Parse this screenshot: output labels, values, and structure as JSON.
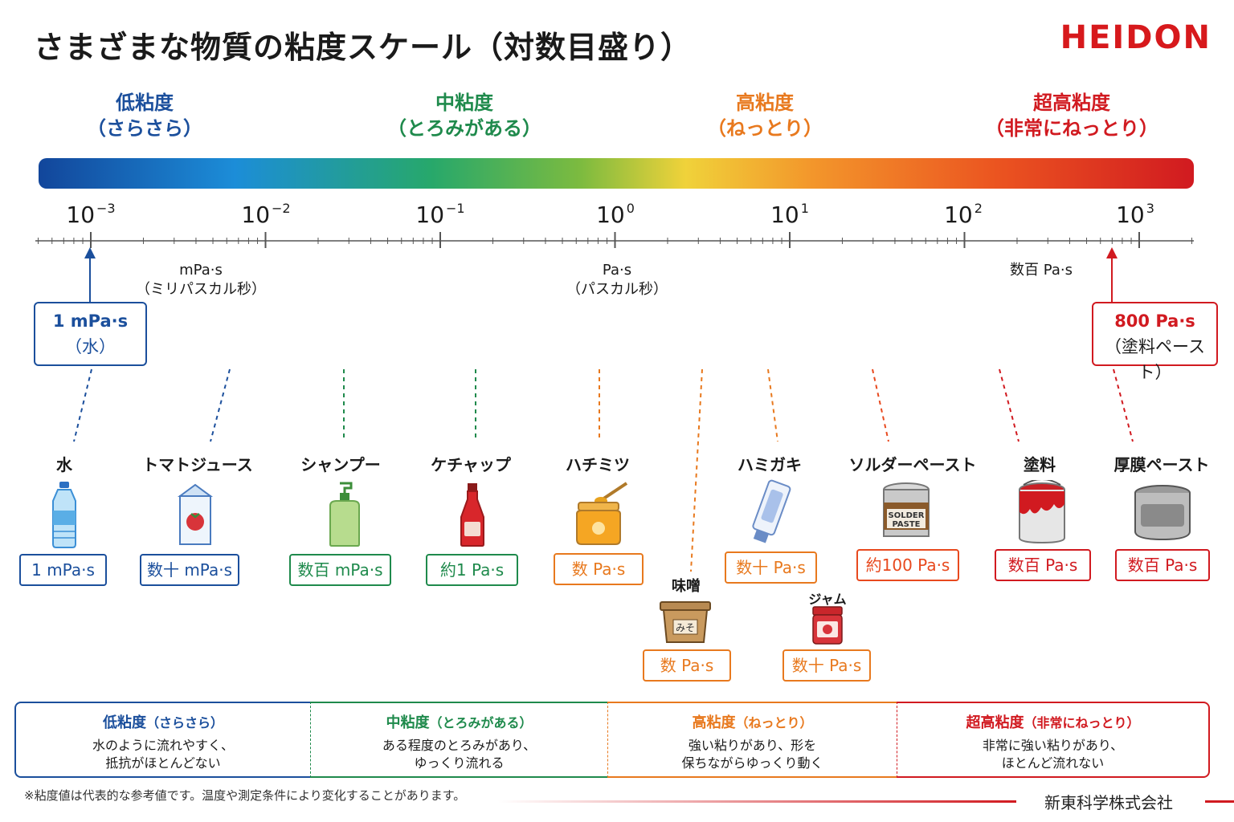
{
  "title": "さまざまな物質の粘度スケール（対数目盛り）",
  "logo": "HEIDON",
  "categories": [
    {
      "name": "低粘度",
      "sub": "（さらさら）",
      "color": "#1b4f9c"
    },
    {
      "name": "中粘度",
      "sub": "（とろみがある）",
      "color": "#1f8a4c"
    },
    {
      "name": "高粘度",
      "sub": "（ねっとり）",
      "color": "#e8791e"
    },
    {
      "name": "超高粘度",
      "sub": "（非常にねっとり）",
      "color": "#d11a20"
    }
  ],
  "axis": {
    "scale": "log",
    "ticks": [
      {
        "base": "10",
        "exp": "−3"
      },
      {
        "base": "10",
        "exp": "−2"
      },
      {
        "base": "10",
        "exp": "−1"
      },
      {
        "base": "10",
        "exp": "0"
      },
      {
        "base": "10",
        "exp": "1"
      },
      {
        "base": "10",
        "exp": "2"
      },
      {
        "base": "10",
        "exp": "3"
      }
    ]
  },
  "unit_notes": [
    {
      "line1": "mPa·s",
      "line2": "（ミリパスカル秒）"
    },
    {
      "line1": "Pa·s",
      "line2": "（パスカル秒）"
    },
    {
      "line1": "数百 Pa·s",
      "line2": ""
    }
  ],
  "callouts": {
    "low": {
      "value": "1 mPa·s",
      "label": "（水）",
      "color": "#1b4f9c"
    },
    "high": {
      "value": "800 Pa·s",
      "label": "（塗料ペースト）",
      "color": "#d11a20"
    }
  },
  "items": [
    {
      "name": "水",
      "value": "1 mPa·s",
      "color": "#1b4f9c",
      "icon": "water-bottle-icon"
    },
    {
      "name": "トマトジュース",
      "value": "数十 mPa·s",
      "color": "#1b4f9c",
      "icon": "juice-carton-icon"
    },
    {
      "name": "シャンプー",
      "value": "数百 mPa·s",
      "color": "#1f8a4c",
      "icon": "shampoo-bottle-icon"
    },
    {
      "name": "ケチャップ",
      "value": "約1 Pa·s",
      "color": "#1f8a4c",
      "icon": "ketchup-bottle-icon"
    },
    {
      "name": "ハチミツ",
      "value": "数 Pa·s",
      "color": "#e8791e",
      "icon": "honey-jar-icon"
    },
    {
      "name": "味噌",
      "value": "数 Pa·s",
      "color": "#e8791e",
      "icon": "miso-container-icon",
      "icon_text": "みそ"
    },
    {
      "name": "ハミガキ",
      "value": "数十 Pa·s",
      "color": "#e8791e",
      "icon": "toothpaste-tube-icon"
    },
    {
      "name": "ジャム",
      "value": "数十 Pa·s",
      "color": "#e8791e",
      "icon": "jam-jar-icon"
    },
    {
      "name": "ソルダーペースト",
      "value": "約100 Pa·s",
      "color": "#e8491e",
      "icon": "solder-paste-jar-icon",
      "icon_text": "SOLDER PASTE"
    },
    {
      "name": "塗料",
      "value": "数百 Pa·s",
      "color": "#d11a20",
      "icon": "paint-can-icon"
    },
    {
      "name": "厚膜ペースト",
      "value": "数百 Pa·s",
      "color": "#d11a20",
      "icon": "paste-container-icon"
    }
  ],
  "legend": [
    {
      "title": "低粘度",
      "sub": "（さらさら）",
      "desc1": "水のように流れやすく、",
      "desc2": "抵抗がほとんどない",
      "color": "#1b4f9c"
    },
    {
      "title": "中粘度",
      "sub": "（とろみがある）",
      "desc1": "ある程度のとろみがあり、",
      "desc2": "ゆっくり流れる",
      "color": "#1f8a4c"
    },
    {
      "title": "高粘度",
      "sub": "（ねっとり）",
      "desc1": "強い粘りがあり、形を",
      "desc2": "保ちながらゆっくり動く",
      "color": "#e8791e"
    },
    {
      "title": "超高粘度",
      "sub": "（非常にねっとり）",
      "desc1": "非常に強い粘りがあり、",
      "desc2": "ほとんど流れない",
      "color": "#d11a20"
    }
  ],
  "footnote": "※粘度値は代表的な参考値です。温度や測定条件により変化することがあります。",
  "company": "新東科学株式会社"
}
